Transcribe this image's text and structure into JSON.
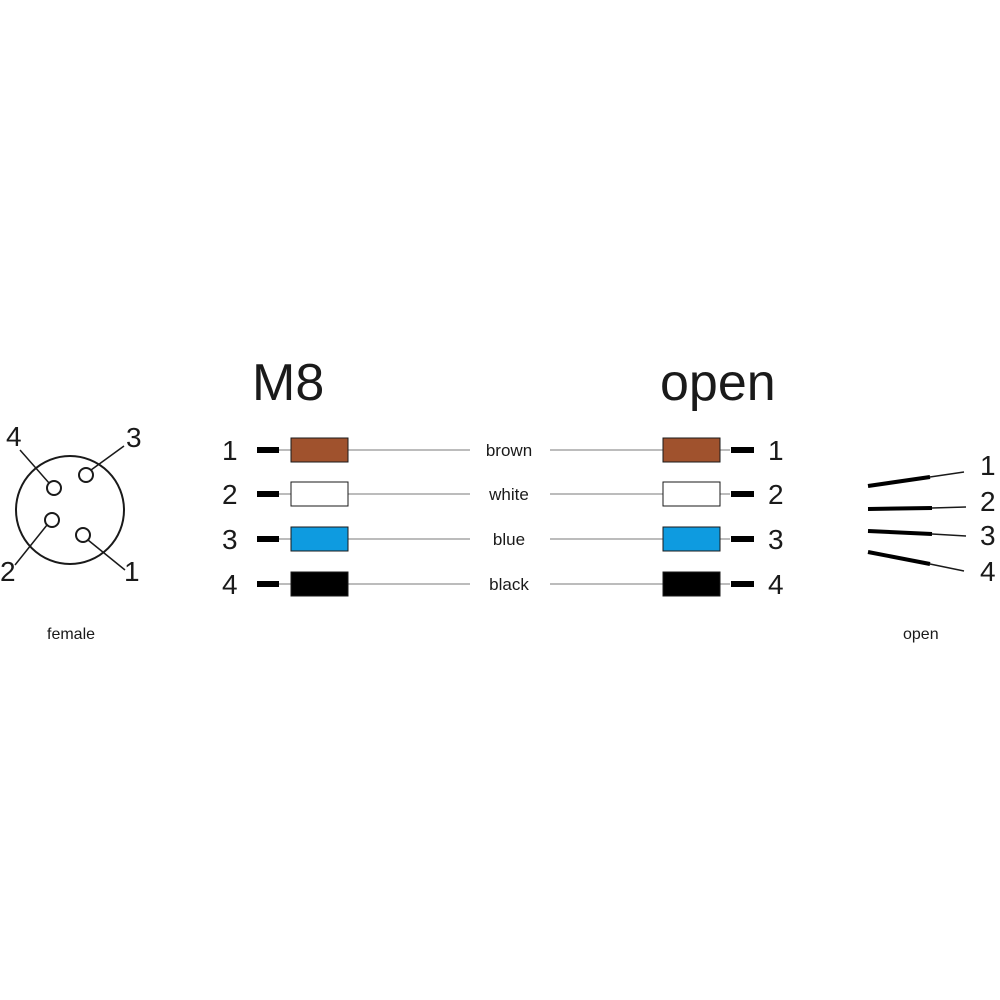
{
  "left_connector": {
    "pins": [
      "1",
      "2",
      "3",
      "4"
    ],
    "caption": "female"
  },
  "cable": {
    "left_title": "M8",
    "right_title": "open",
    "wires": [
      {
        "pin": "1",
        "label": "brown",
        "color": "#a0522d"
      },
      {
        "pin": "2",
        "label": "white",
        "color": "#ffffff"
      },
      {
        "pin": "3",
        "label": "blue",
        "color": "#0e9be0"
      },
      {
        "pin": "4",
        "label": "black",
        "color": "#000000"
      }
    ]
  },
  "right_end": {
    "pins": [
      "1",
      "2",
      "3",
      "4"
    ],
    "caption": "open"
  },
  "colors": {
    "stroke": "#1a1a1a",
    "wire_line": "#bcbcbc"
  }
}
